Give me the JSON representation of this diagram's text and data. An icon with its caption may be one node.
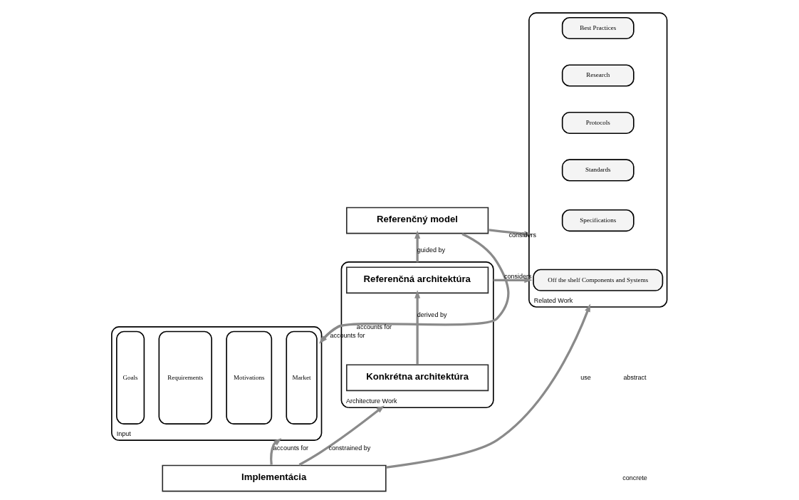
{
  "diagram": {
    "nodes": [
      {
        "text": [
          "Input"
        ]
      },
      {
        "text": [
          "Goals"
        ],
        "in": 0
      },
      {
        "text": [
          "Requirements"
        ],
        "in": 0
      },
      {
        "text": [
          "Motivations"
        ],
        "in": 0
      },
      {
        "text": [
          "Market"
        ],
        "in": 0
      },
      {
        "text": [
          "Referenčný model"
        ]
      },
      {
        "text": [
          "Architecture Work"
        ]
      },
      {
        "text": [
          "Referenčná architektúra"
        ],
        "in": 6
      },
      {
        "text": [
          "Konkrétna architektúra"
        ],
        "in": 6
      },
      {
        "text": [
          "Related Work"
        ]
      },
      {
        "text": [
          "Best Practices"
        ],
        "in": 9
      },
      {
        "text": [
          "Research"
        ],
        "in": 9
      },
      {
        "text": [
          "Protocols"
        ],
        "in": 9
      },
      {
        "text": [
          "Standards"
        ],
        "in": 9
      },
      {
        "text": [
          "Specifications"
        ],
        "in": 9
      },
      {
        "text": [
          "Off the shelf Components and Systems"
        ],
        "in": 9
      },
      {
        "text": [
          "Implementácia"
        ]
      }
    ],
    "edges": [
      {
        "from": 5,
        "to": 0,
        "arrow": "to",
        "label": "accounts for"
      },
      {
        "from": 5,
        "to": 9,
        "arrow": "to",
        "label": "considers"
      },
      {
        "from": 6,
        "to": 5,
        "arrow": "to",
        "label": "guided by"
      },
      {
        "from": 6,
        "to": 0,
        "arrow": "to",
        "label": "accounts for"
      },
      {
        "from": 8,
        "to": 7,
        "arrow": "to",
        "label": "derived by"
      },
      {
        "from": 6,
        "to": 9,
        "arrow": "to",
        "label": "considers"
      },
      {
        "from": 16,
        "to": 0,
        "arrow": "to",
        "label": "accounts for"
      },
      {
        "from": 16,
        "to": 6,
        "arrow": "to",
        "label": "constrained by"
      },
      {
        "from": 16,
        "to": 9,
        "arrow": "to",
        "label": "use"
      }
    ],
    "labels": [
      "abstract",
      "concrete"
    ]
  }
}
